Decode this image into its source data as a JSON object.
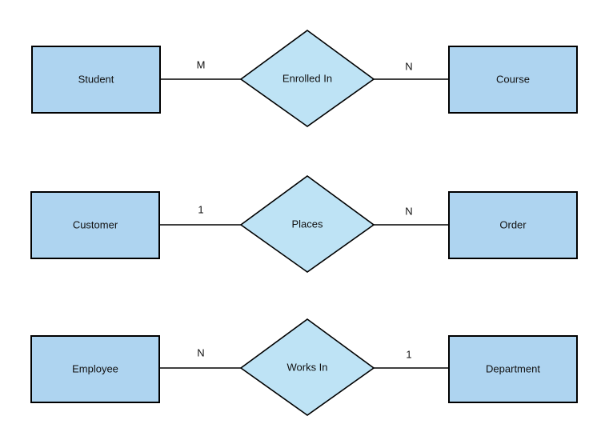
{
  "diagram": {
    "type": "entity-relationship-diagram",
    "background_color": "#ffffff",
    "entity_fill_color": "#aed4f0",
    "relationship_fill_color": "#bee3f5",
    "stroke_color": "#000000",
    "rows": [
      {
        "id": "row-enrolled-in",
        "left_entity": "Student",
        "left_cardinality": "M",
        "relationship": "Enrolled In",
        "right_cardinality": "N",
        "right_entity": "Course"
      },
      {
        "id": "row-places",
        "left_entity": "Customer",
        "left_cardinality": "1",
        "relationship": "Places",
        "right_cardinality": "N",
        "right_entity": "Order"
      },
      {
        "id": "row-works-in",
        "left_entity": "Employee",
        "left_cardinality": "N",
        "relationship": "Works In",
        "right_cardinality": "1",
        "right_entity": "Department"
      }
    ]
  }
}
